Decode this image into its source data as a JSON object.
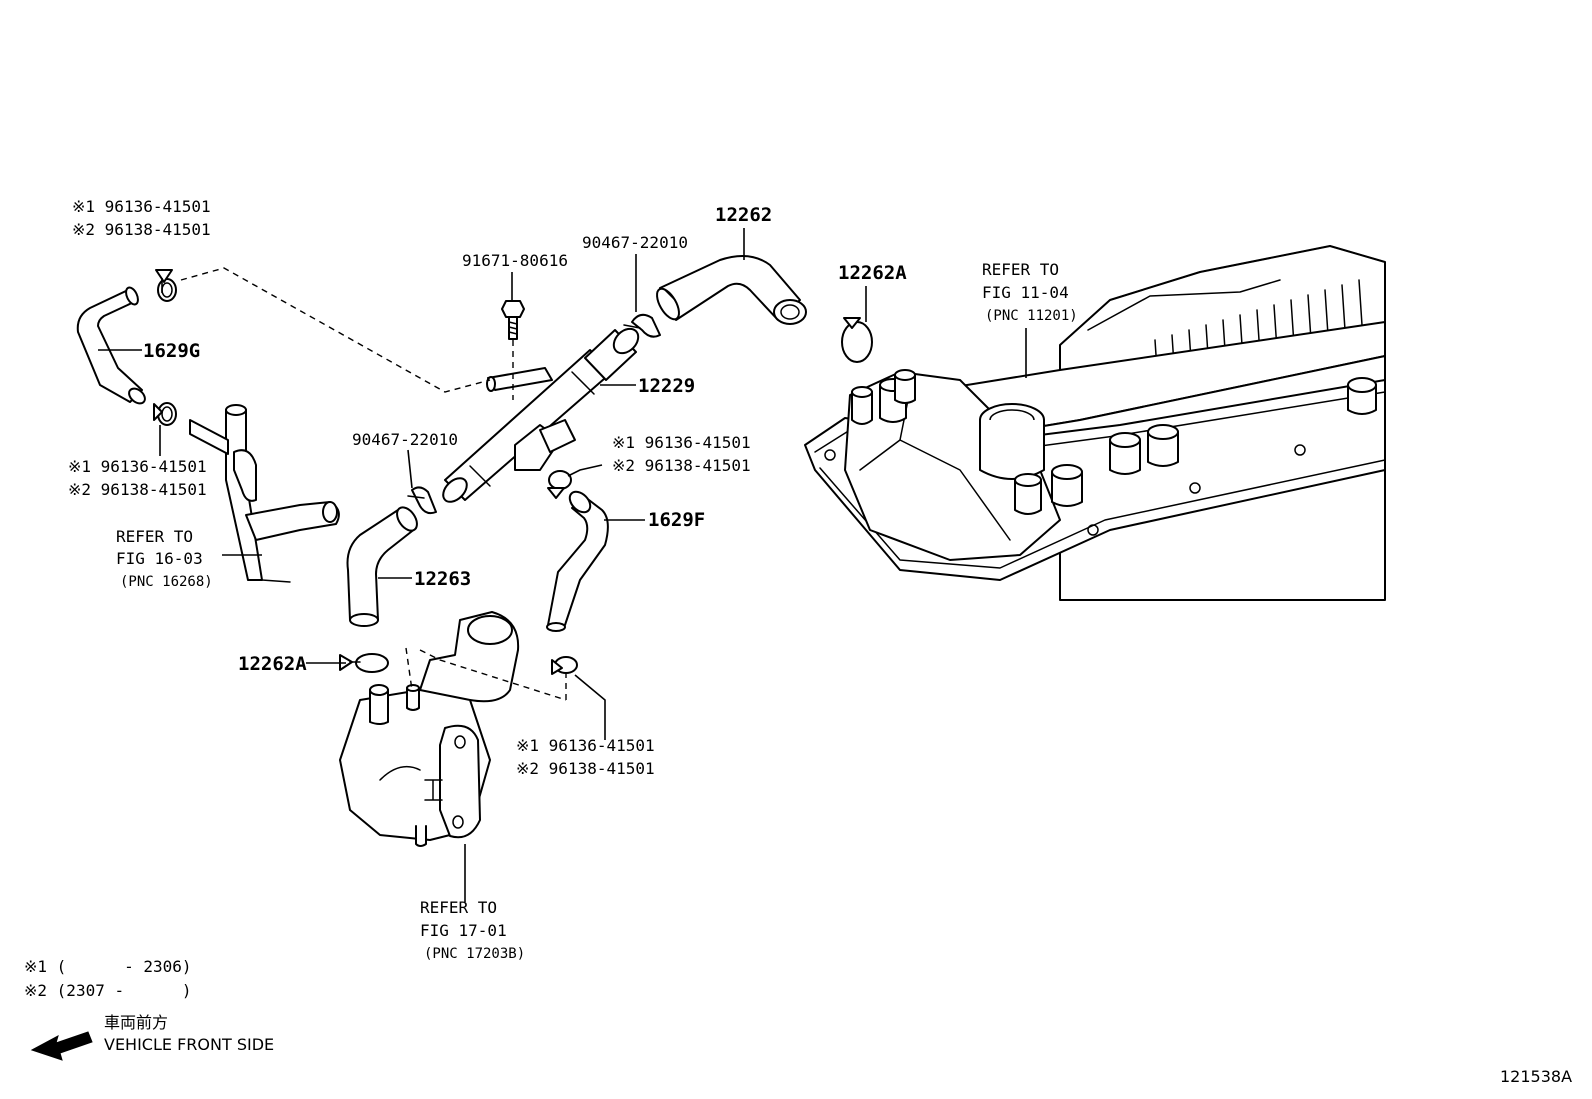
{
  "colors": {
    "line": "#000000",
    "background": "#ffffff"
  },
  "labels": {
    "p1629g": "1629G",
    "p1629f": "1629F",
    "p12262": "12262",
    "p12262a_top": "12262A",
    "p12262a_bottom": "12262A",
    "p12229": "12229",
    "p12263": "12263",
    "bolt": "91671-80616",
    "clip_top": "90467-22010",
    "clip_mid": "90467-22010",
    "clamp_tl_1": "※1 96136-41501",
    "clamp_tl_2": "※2 96138-41501",
    "clamp_ml_1": "※1 96136-41501",
    "clamp_ml_2": "※2 96138-41501",
    "clamp_mr_1": "※1 96136-41501",
    "clamp_mr_2": "※2 96138-41501",
    "clamp_bc_1": "※1 96136-41501",
    "clamp_bc_2": "※2 96138-41501"
  },
  "refs": {
    "fig11": {
      "line1": "REFER TO",
      "line2": "FIG 11-04",
      "line3": "(PNC 11201)"
    },
    "fig16": {
      "line1": "REFER TO",
      "line2": "FIG 16-03",
      "line3": "(PNC 16268)"
    },
    "fig17": {
      "line1": "REFER TO",
      "line2": "FIG 17-01",
      "line3": "(PNC 17203B)"
    }
  },
  "notes": {
    "note1": "※1 (      - 2306)",
    "note2": "※2 (2307 -      )"
  },
  "front": {
    "japanese": "車両前方",
    "english": "VEHICLE FRONT SIDE"
  },
  "diagram_id": "121538A",
  "icons": {
    "front_arrow": "arrow-left-icon"
  }
}
